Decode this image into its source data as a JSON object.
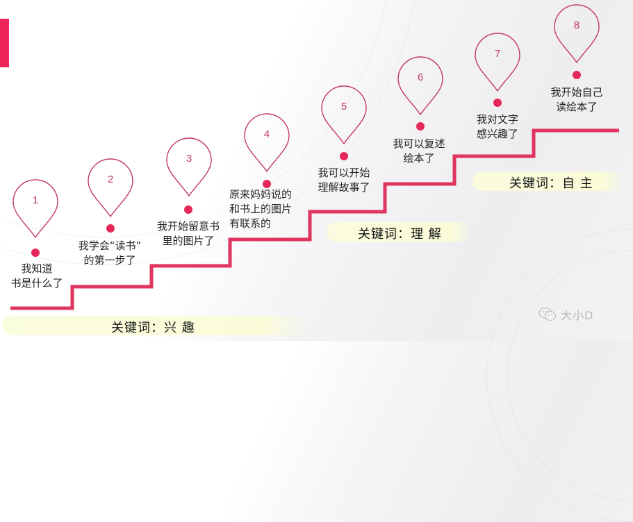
{
  "colors": {
    "accent": "#f0245a",
    "stair_line": "#e0355f",
    "pin_outline": "#c23a5b",
    "dot": "#e52858",
    "band_fill": "#fafcd8"
  },
  "steps": [
    {
      "number": "1",
      "line1": "我知道",
      "line2": "书是什么了"
    },
    {
      "number": "2",
      "line1": "我学会“读书”",
      "line2": "的第一步了"
    },
    {
      "number": "3",
      "line1": "我开始留意书",
      "line2": "里的图片了"
    },
    {
      "number": "4",
      "line1": "原来妈妈说的",
      "line2": "和书上的图片",
      "line3": "有联系的"
    },
    {
      "number": "5",
      "line1": "我可以开始",
      "line2": "理解故事了"
    },
    {
      "number": "6",
      "line1": "我可以复述",
      "line2": "绘本了"
    },
    {
      "number": "7",
      "line1": "我对文字",
      "line2": "感兴趣了"
    },
    {
      "number": "8",
      "line1": "我开始自己",
      "line2": "读绘本了"
    }
  ],
  "keywords": [
    {
      "label": "关键词：兴 趣"
    },
    {
      "label": "关键词：理 解"
    },
    {
      "label": "关键词：自 主"
    }
  ],
  "watermark": {
    "icon": "wechat-icon",
    "text": "大小D"
  }
}
